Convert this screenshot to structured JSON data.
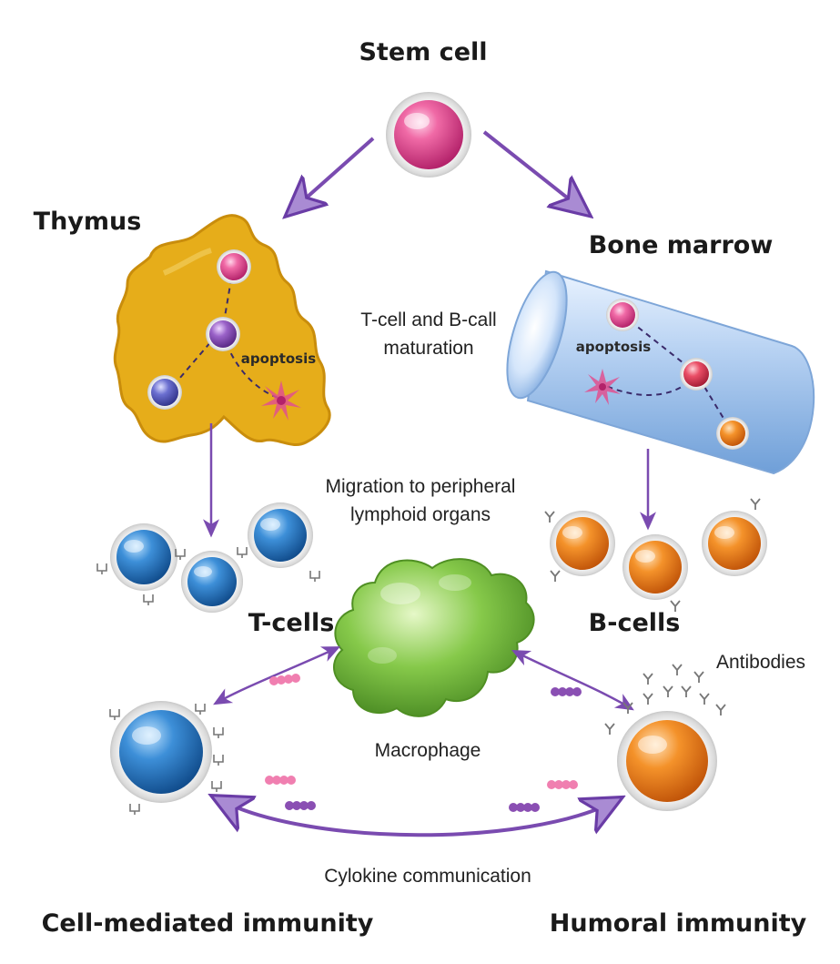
{
  "titles": {
    "stem_cell": "Stem cell",
    "thymus": "Thymus",
    "bone_marrow": "Bone marrow",
    "t_cells": "T-cells",
    "b_cells": "B-cells",
    "cell_mediated": "Cell-mediated immunity",
    "humoral": "Humoral immunity"
  },
  "labels": {
    "maturation_line1": "T-cell and B-call",
    "maturation_line2": "maturation",
    "migration_line1": "Migration to peripheral",
    "migration_line2": "lymphoid organs",
    "apoptosis_thymus": "apoptosis",
    "apoptosis_marrow": "apoptosis",
    "antibodies": "Antibodies",
    "macrophage": "Macrophage",
    "cytokine": "Cylokine communication"
  },
  "colors": {
    "arrow": "#7a4bb0",
    "stem_cell": "#e0508f",
    "thymus": "#e6ad1a",
    "bone_marrow": "#a9c6ea",
    "t_cell": "#2f7fc9",
    "b_cell": "#ef8a1c",
    "macrophage": "#7cc043",
    "cytokine_pink": "#f07fb0",
    "cytokine_purple": "#8a4fb3",
    "text": "#222222"
  }
}
